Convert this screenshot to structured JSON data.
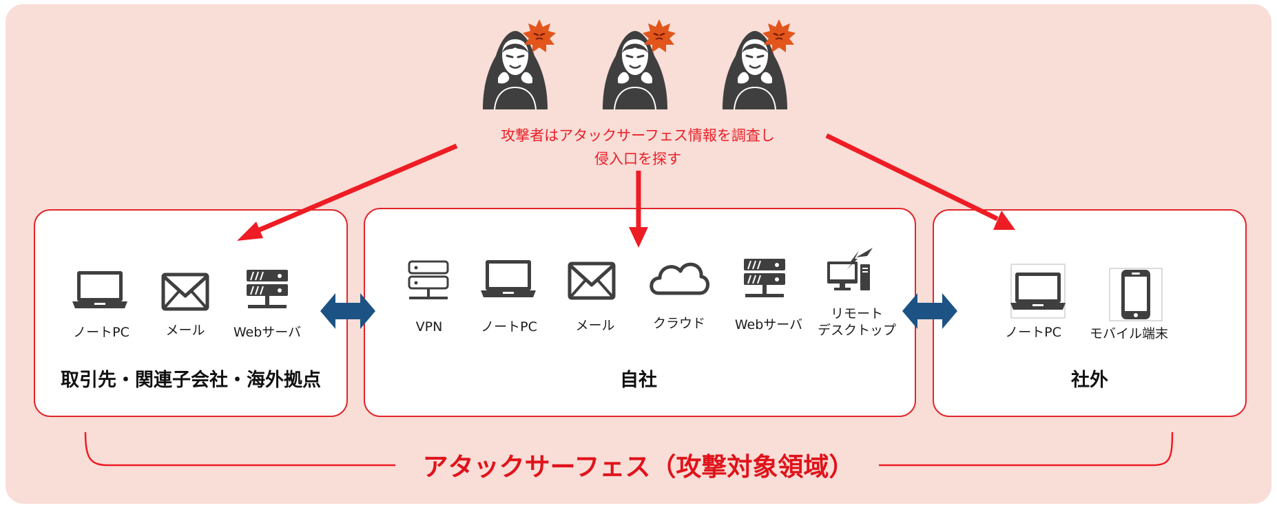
{
  "attacker_note": {
    "line1": "攻撃者はアタックサーフェス情報を調査し",
    "line2": "侵入口を探す"
  },
  "groups": {
    "partners": {
      "title": "取引先・関連子会社・海外拠点",
      "items": [
        {
          "label": "ノートPC",
          "icon": "laptop-icon"
        },
        {
          "label": "メール",
          "icon": "mail-icon"
        },
        {
          "label": "Webサーバ",
          "icon": "web-server-icon"
        }
      ]
    },
    "company": {
      "title": "自社",
      "items": [
        {
          "label": "VPN",
          "icon": "vpn-server-icon"
        },
        {
          "label": "ノートPC",
          "icon": "laptop-icon"
        },
        {
          "label": "メール",
          "icon": "mail-icon"
        },
        {
          "label": "クラウド",
          "icon": "cloud-icon"
        },
        {
          "label": "Webサーバ",
          "icon": "web-server-icon"
        },
        {
          "label_line1": "リモート",
          "label_line2": "デスクトップ",
          "icon": "remote-desktop-icon"
        }
      ]
    },
    "external": {
      "title": "社外",
      "items": [
        {
          "label": "ノートPC",
          "icon": "laptop-icon"
        },
        {
          "label": "モバイル端末",
          "icon": "mobile-icon"
        }
      ]
    }
  },
  "attack_surface_label": "アタックサーフェス（攻撃対象領域）",
  "colors": {
    "background": "#f9ddd7",
    "accent_red": "#e0262b",
    "arrow_blue": "#1c5384",
    "icon_gray": "#3f3f3f",
    "virus_orange": "#e2551b"
  }
}
